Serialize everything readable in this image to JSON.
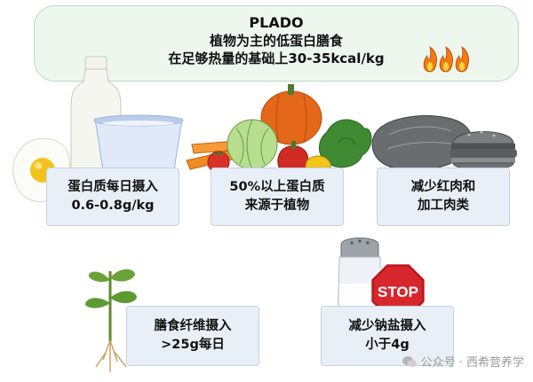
{
  "header": {
    "title": "PLADO",
    "line2": "植物为主的低蛋白膳食",
    "line3": "在足够热量的基础上30-35kcal/kg"
  },
  "cards": {
    "protein_intake": {
      "line1": "蛋白质每日摄入",
      "line2": "0.6-0.8g/kg"
    },
    "plant_protein": {
      "line1": "50%以上蛋白质",
      "line2": "来源于植物"
    },
    "red_meat": {
      "line1": "减少红肉和",
      "line2": "加工肉类"
    },
    "fiber": {
      "line1": "膳食纤维摄入",
      "line2": ">25g每日"
    },
    "sodium": {
      "line1": "减少钠盐摄入",
      "line2": "小于4g"
    }
  },
  "stop_sign": {
    "text": "STOP"
  },
  "watermark": {
    "text": "公众号 · 西希营养学"
  },
  "icons": [
    "flame-icon",
    "milk-bottle-icon",
    "yogurt-cup-icon",
    "fried-egg-icon",
    "vegetables-icon",
    "meat-icon",
    "burger-icon",
    "seedling-icon",
    "salt-shaker-icon",
    "stop-sign-icon",
    "wechat-icon"
  ],
  "colors": {
    "header_bg": "#eef7ee",
    "card_bg": "#e9eff7",
    "stop_red": "#d7262c",
    "flame": "#f07a12"
  }
}
